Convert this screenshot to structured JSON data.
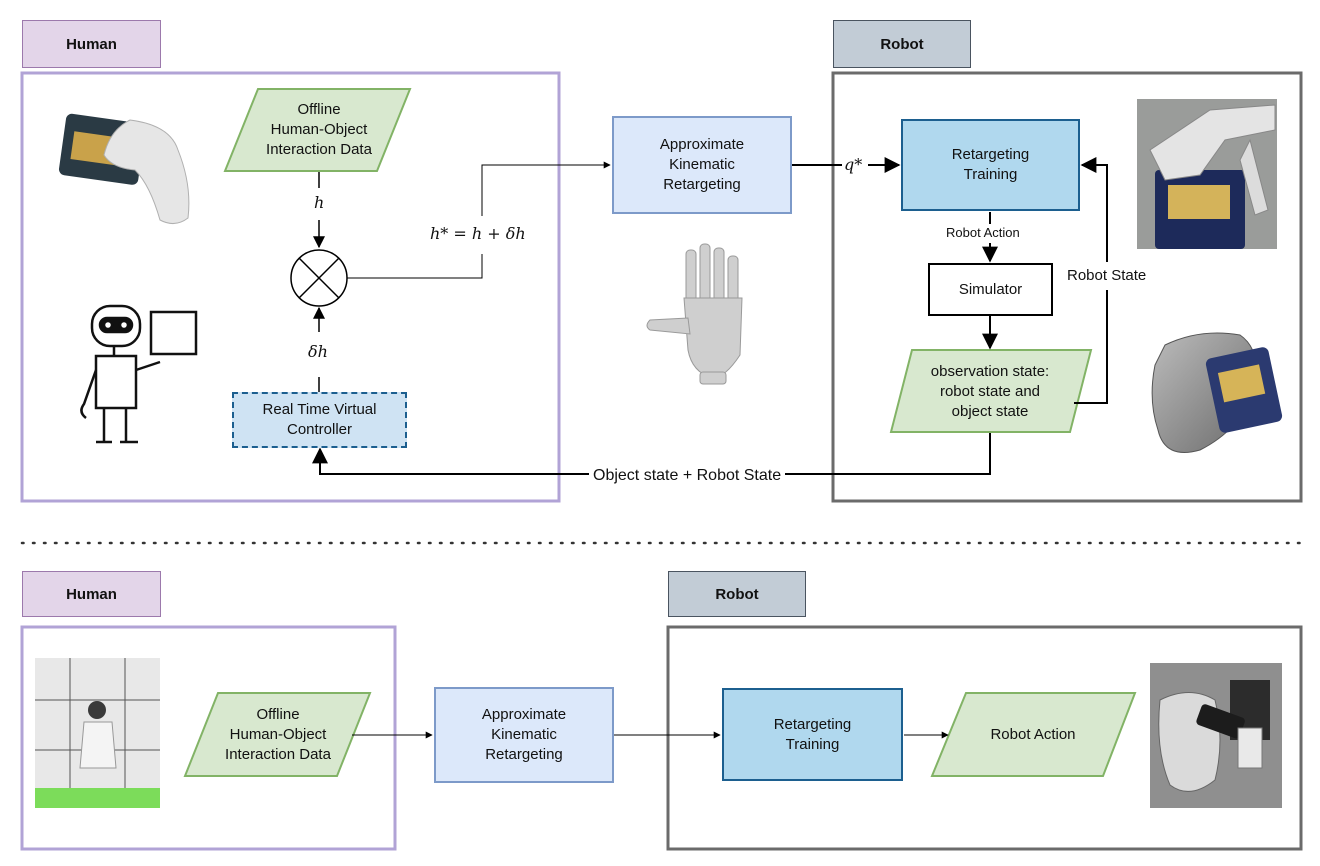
{
  "top": {
    "human_tag": "Human",
    "robot_tag": "Robot",
    "offline_data": "Offline\nHuman-Object\nInteraction Data",
    "h": "h",
    "h_star": "h* = h + δh",
    "delta_h": "δh",
    "virtual_controller": "Real Time Virtual\nController",
    "approx_retargeting": "Approximate\nKinematic\nRetargeting",
    "q_star": "q*",
    "retargeting_training": "Retargeting\nTraining",
    "robot_action": "Robot Action",
    "simulator": "Simulator",
    "observation_state": "observation state:\nrobot state and\nobject state",
    "robot_state": "Robot State",
    "feedback_label": "Object state + Robot State"
  },
  "bottom": {
    "human_tag": "Human",
    "robot_tag": "Robot",
    "offline_data": "Offline\nHuman-Object\nInteraction Data",
    "approx_retargeting": "Approximate\nKinematic\nRetargeting",
    "retargeting_training": "Retargeting\nTraining",
    "robot_action": "Robot Action"
  },
  "colors": {
    "human_border": "#b1a3d6",
    "robot_border": "#6b6b6b",
    "green_fill": "#d8e8cf",
    "green_border": "#82b366"
  }
}
